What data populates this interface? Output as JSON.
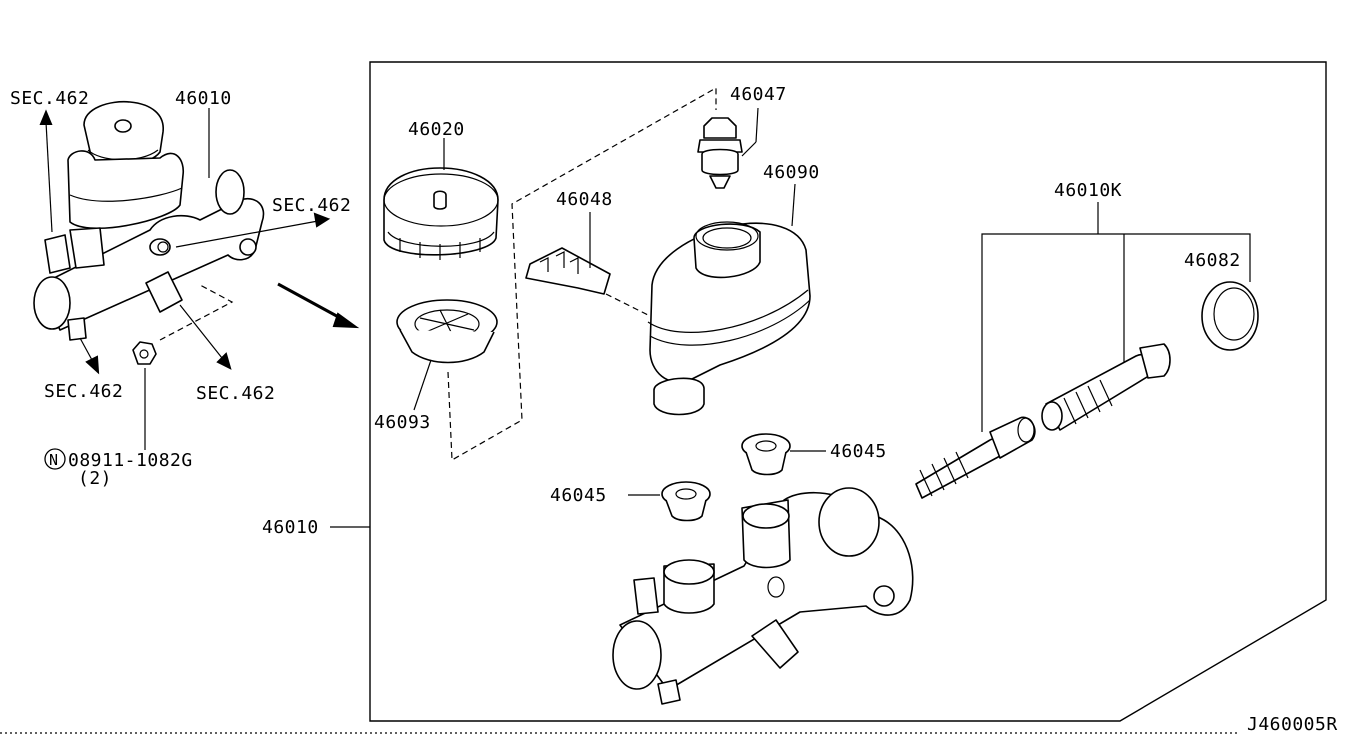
{
  "labels": {
    "sec_top_left": "SEC.462",
    "sec_right_of_assembly": "SEC.462",
    "sec_bottom_left": "SEC.462",
    "sec_bottom_mid": "SEC.462",
    "assembly_top": "46010",
    "nut_part": "08911-1082G",
    "nut_qty": "(2)",
    "cap": "46020",
    "strainer": "46093",
    "grommet_bolt": "46047",
    "connector": "46048",
    "reservoir": "46090",
    "seal_upper": "46045",
    "seal_lower": "46045",
    "piston_kit": "46010K",
    "ring": "46082",
    "body": "46010",
    "diagram_code": "J460005R"
  },
  "symbols": {
    "nut_marker": "N"
  }
}
